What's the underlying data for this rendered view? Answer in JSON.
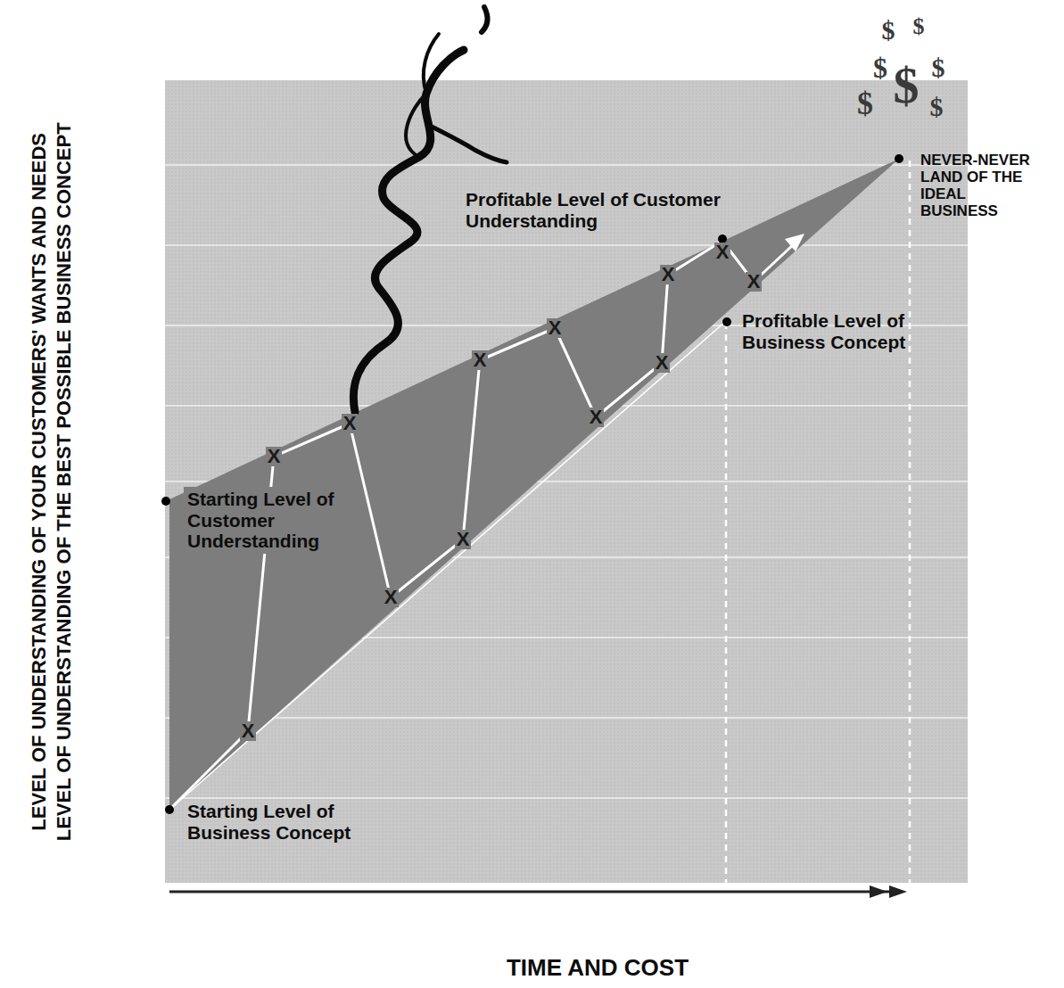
{
  "diagram": {
    "labels": [
      "LEVEL OF UNDERSTANDING OF YOUR CUSTOMERS' WANTS AND NEEDS",
      "LEVEL OF UNDERSTANDING OF THE BEST POSSIBLE BUSINESS CONCEPT",
      "TIME AND COST",
      "Starting Level of Customer Understanding",
      "Profitable Level of Customer Understanding",
      "Profitable Level of Business Concept",
      "NEVER-NEVER LAND OF THE IDEAL BUSINESS",
      "Starting Level of Business Concept",
      "X",
      "X",
      "X",
      "X",
      "X",
      "X",
      "X",
      "X",
      "X",
      "X",
      "X",
      "X",
      "$",
      "$",
      "$",
      "$",
      "$",
      "$",
      "$"
    ]
  }
}
